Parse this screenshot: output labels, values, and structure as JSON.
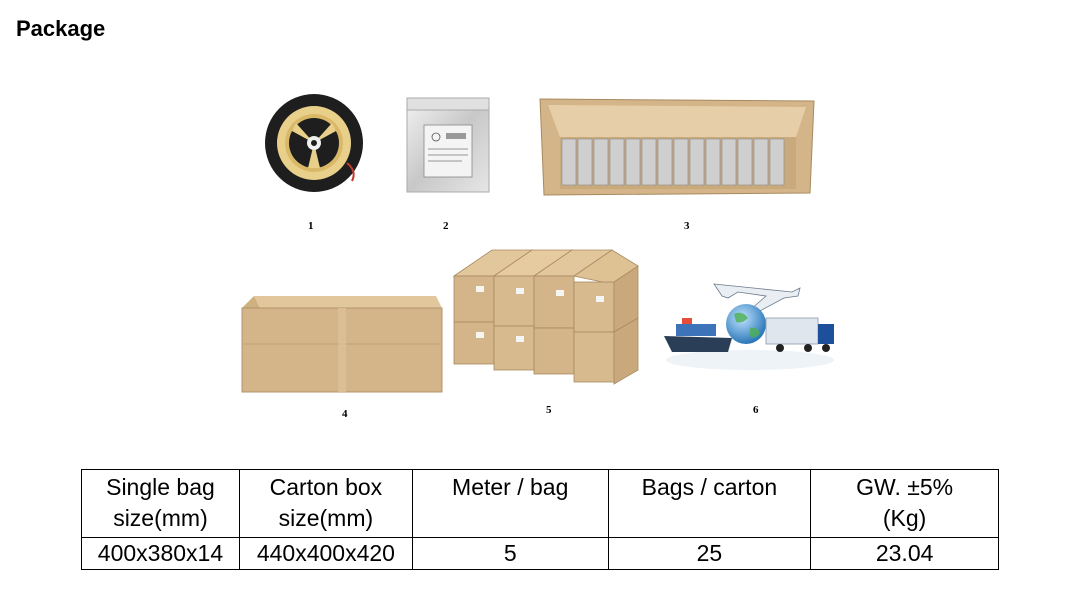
{
  "heading": "Package",
  "figures": [
    {
      "num": "1",
      "name": "reel-image"
    },
    {
      "num": "2",
      "name": "antistatic-bag-image"
    },
    {
      "num": "3",
      "name": "open-carton-image"
    },
    {
      "num": "4",
      "name": "closed-carton-image"
    },
    {
      "num": "5",
      "name": "stacked-cartons-image"
    },
    {
      "num": "6",
      "name": "shipping-image"
    }
  ],
  "table": {
    "headers": [
      [
        "Single bag",
        "size(mm)"
      ],
      [
        "Carton box",
        "size(mm)"
      ],
      [
        "Meter / bag",
        ""
      ],
      [
        "Bags / carton",
        ""
      ],
      [
        "GW. ±5%",
        "(Kg)"
      ]
    ],
    "row": [
      "400x380x14",
      "440x400x420",
      "5",
      "25",
      "23.04"
    ]
  },
  "colors": {
    "cardboard": "#d4b489",
    "reel": "#1e1e1e",
    "strip": "#e8cf8a",
    "bag": "#d8d8d8"
  }
}
